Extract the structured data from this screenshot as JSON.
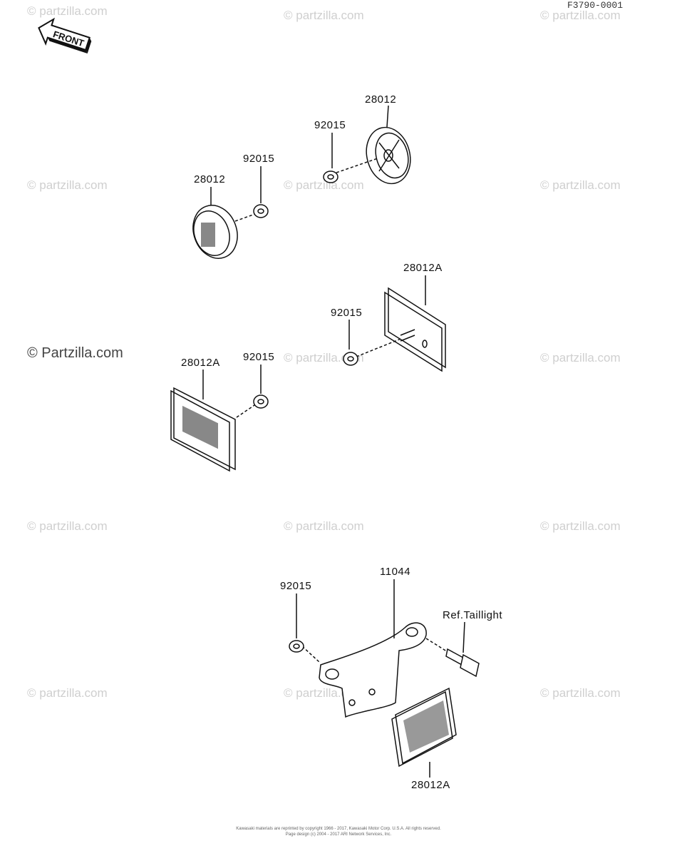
{
  "ref_code": "F3790-0001",
  "front_arrow_text": "FRONT",
  "watermark": "© Partzilla.com",
  "watermark_small": "© partzilla.com",
  "callouts": {
    "top_right_lens": "28012",
    "top_right_nut": "92015",
    "top_left_nut": "92015",
    "top_left_lens": "28012",
    "mid_right_lens": "28012A",
    "mid_right_nut": "92015",
    "mid_left_lens": "28012A",
    "mid_left_nut": "92015",
    "bottom_bracket": "11044",
    "bottom_nut": "92015",
    "bottom_ref": "Ref.Taillight",
    "bottom_lens": "28012A"
  },
  "footer": {
    "line1": "Kawasaki materials are reprinted by copyright 1966 - 2017, Kawasaki Motor Corp. U.S.A. All rights reserved.",
    "line2": "Page design (c) 2004 - 2017 ARI Network Services, Inc."
  }
}
